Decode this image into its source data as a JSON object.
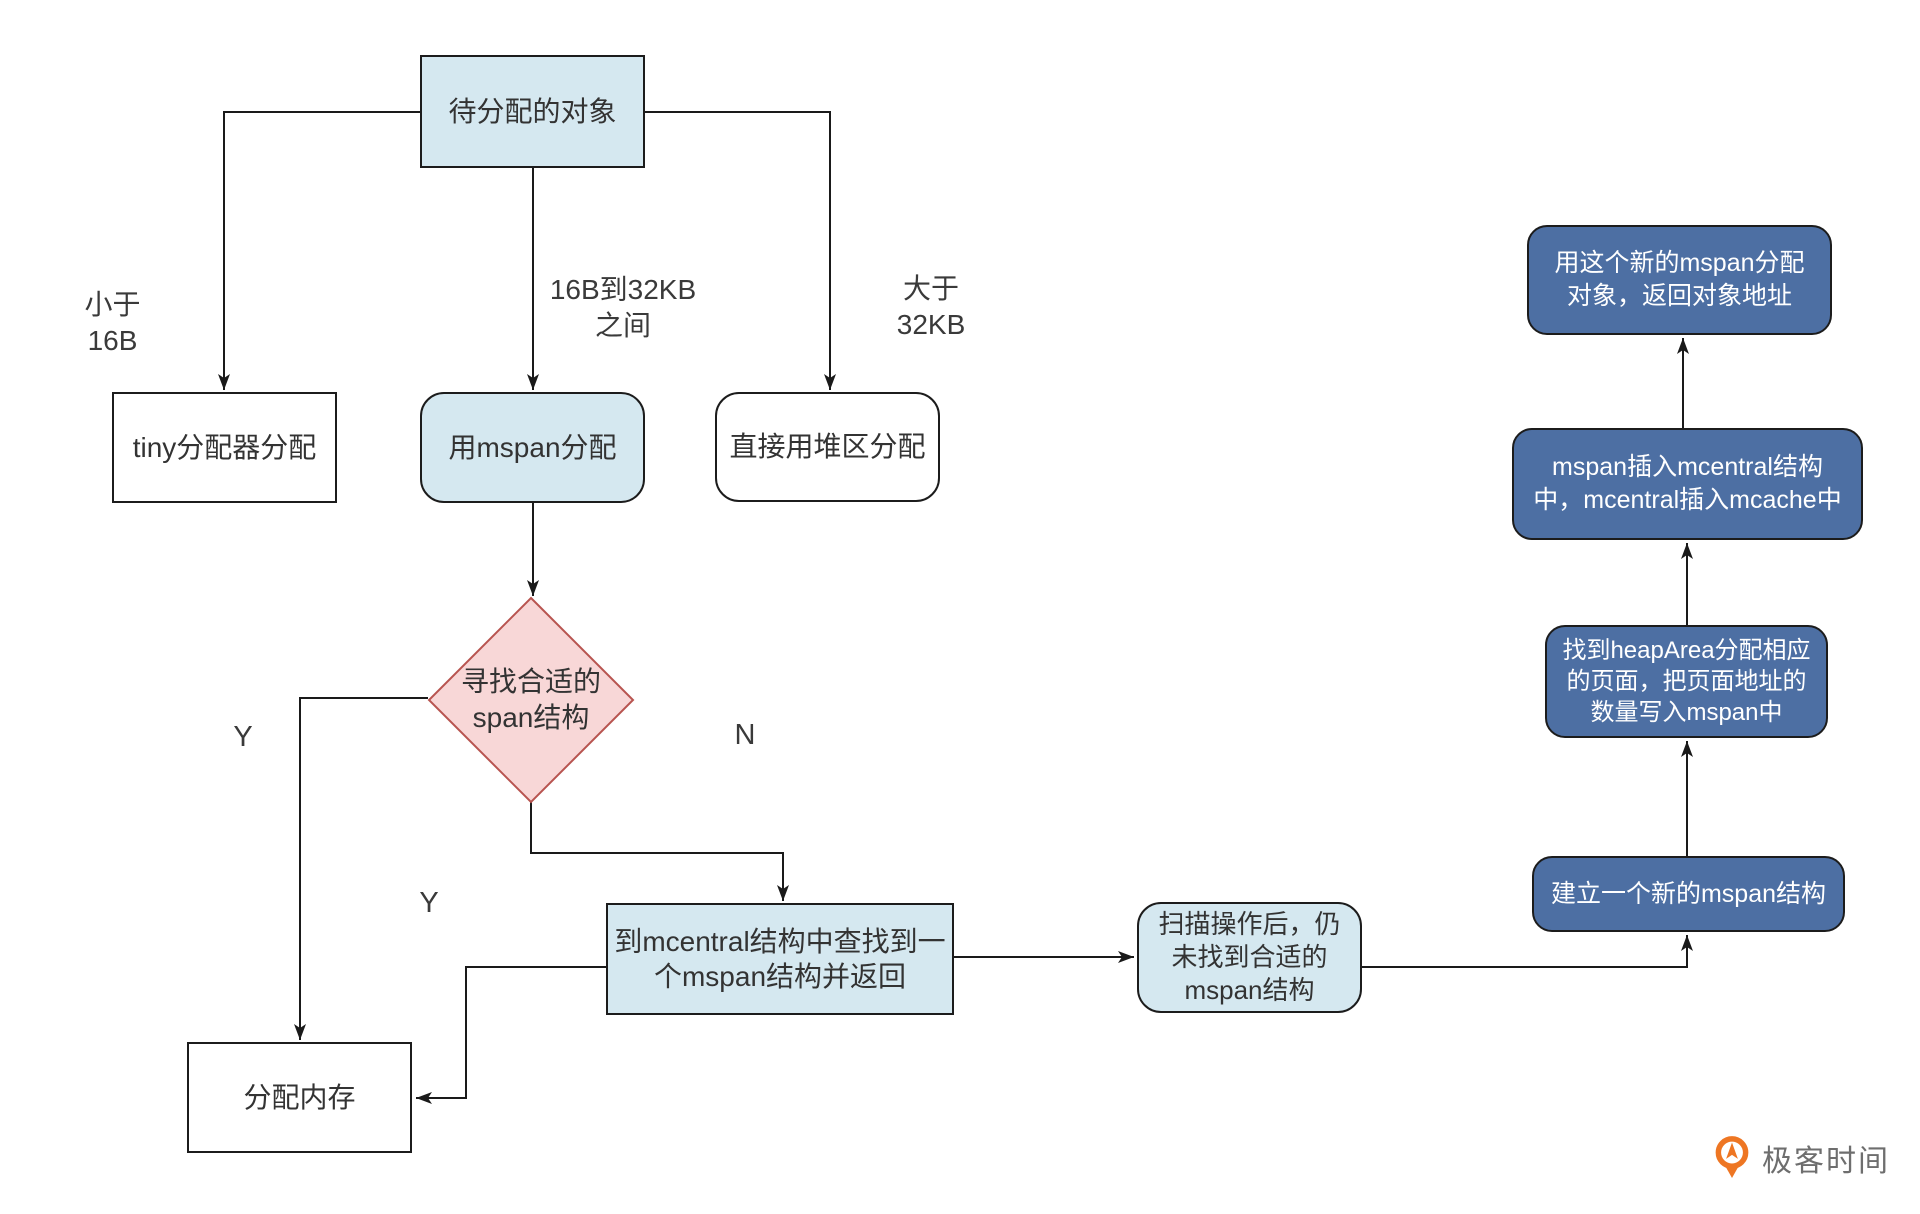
{
  "nodes": {
    "start": {
      "label": "待分配的对象"
    },
    "tiny_alloc": {
      "label": "tiny分配器分配"
    },
    "mspan_alloc": {
      "label": "用mspan分配"
    },
    "heap_alloc": {
      "label": "直接用堆区分配"
    },
    "find_span": {
      "label": "寻找合适的\nspan结构"
    },
    "mcentral_lookup": {
      "label": "到mcentral结构中查找到一\n个mspan结构并返回"
    },
    "scan_fail": {
      "label": "扫描操作后，仍\n未找到合适的\nmspan结构"
    },
    "new_mspan": {
      "label": "建立一个新的mspan结构"
    },
    "heap_area": {
      "label": "找到heapArea分配相应\n的页面，把页面地址的\n数量写入mspan中"
    },
    "insert_mspan": {
      "label": "mspan插入mcentral结构\n中，mcentral插入mcache中"
    },
    "alloc_return": {
      "label": "用这个新的mspan分配\n对象，返回对象地址"
    },
    "alloc_memory": {
      "label": "分配内存"
    }
  },
  "edge_labels": {
    "less_16b": "小于\n16B",
    "between_16b_32kb": "16B到32KB\n之间",
    "greater_32kb": "大于\n32KB",
    "yes_left": "Y",
    "yes_mid": "Y",
    "no_right": "N"
  },
  "colors": {
    "light_blue_fill": "#d5e8f0",
    "white_fill": "#ffffff",
    "pink_fill": "#f8d7d7",
    "pink_border": "#b85450",
    "dark_blue_fill": "#4d6fa3",
    "line": "#1a1a1a",
    "text_dark": "#333333",
    "text_light": "#ffffff",
    "logo_orange": "#ee7623",
    "logo_text_gray": "#6e6e6e"
  },
  "footer": {
    "brand": "极客时间"
  }
}
